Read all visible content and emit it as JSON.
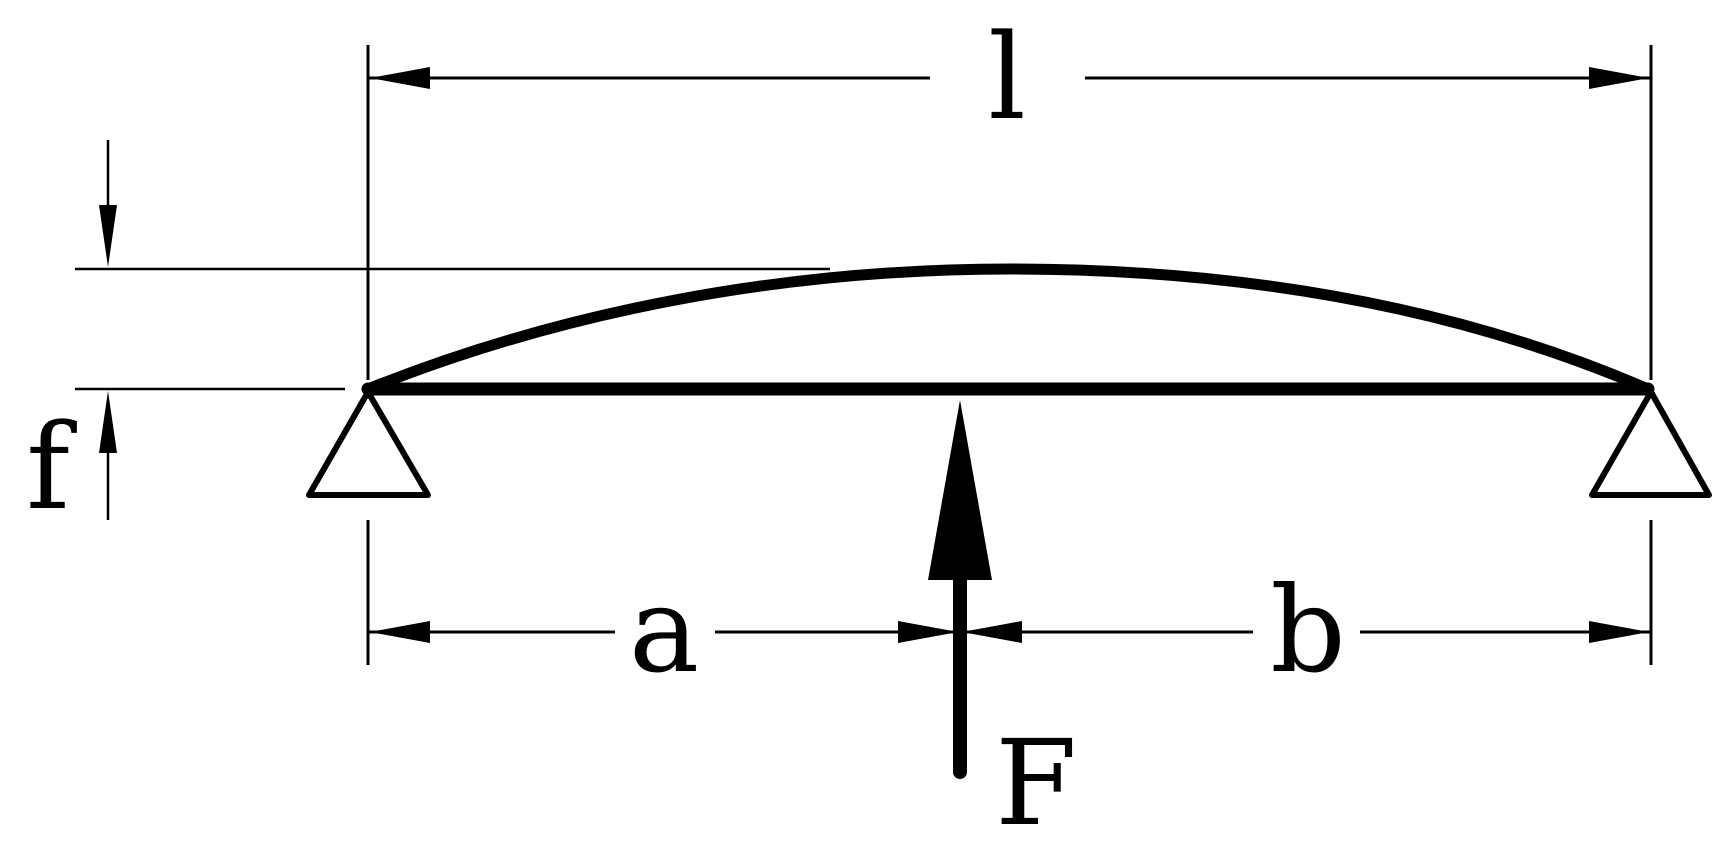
{
  "labels": {
    "span": "l",
    "deflection": "f",
    "left_segment": "a",
    "right_segment": "b",
    "force": "F"
  },
  "colors": {
    "stroke": "#000000",
    "background": "#ffffff"
  }
}
